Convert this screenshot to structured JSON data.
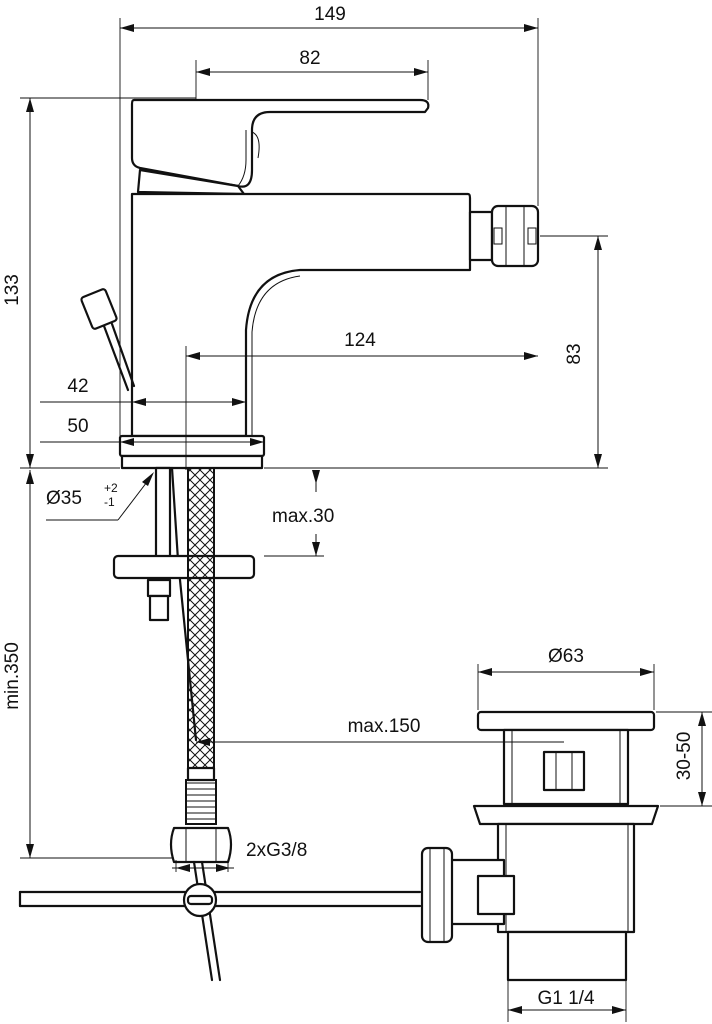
{
  "dimensions": {
    "overall_width": "149",
    "lever_width": "82",
    "overall_height": "133",
    "spout_projection": "124",
    "spout_height": "83",
    "body_width_top": "42",
    "body_width_base": "50",
    "hole_diameter": "Ø35",
    "hole_tol_plus": "+2",
    "hole_tol_minus": "-1",
    "max_deck": "max.30",
    "min_hose": "min.350",
    "rod_max": "max.150",
    "waste_diameter": "Ø63",
    "waste_adjust": "30-50",
    "supply_thread": "2xG3/8",
    "waste_thread": "G1 1/4"
  }
}
